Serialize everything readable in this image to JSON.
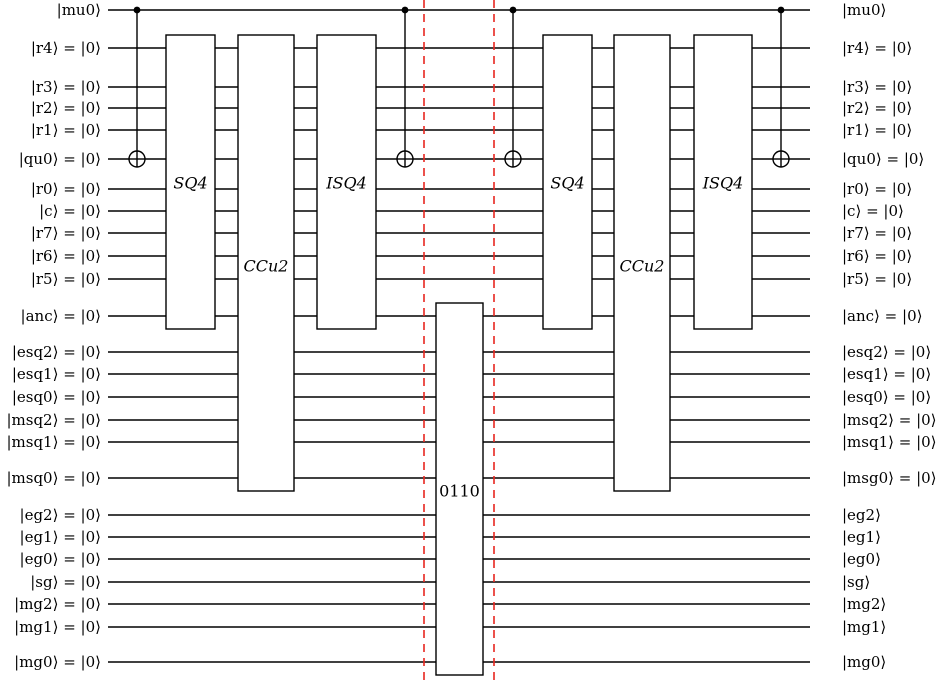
{
  "circuit": {
    "qubits": [
      {
        "left": "|mu0⟩",
        "right": "|mu0⟩"
      },
      {
        "left": "|r4⟩ = |0⟩",
        "right": "|r4⟩ = |0⟩"
      },
      {
        "left": "|r3⟩ = |0⟩",
        "right": "|r3⟩ = |0⟩"
      },
      {
        "left": "|r2⟩ = |0⟩",
        "right": "|r2⟩ = |0⟩"
      },
      {
        "left": "|r1⟩ = |0⟩",
        "right": "|r1⟩ = |0⟩"
      },
      {
        "left": "|qu0⟩ = |0⟩",
        "right": "|qu0⟩ = |0⟩"
      },
      {
        "left": "|r0⟩ = |0⟩",
        "right": "|r0⟩ = |0⟩"
      },
      {
        "left": "|c⟩ = |0⟩",
        "right": "|c⟩ = |0⟩"
      },
      {
        "left": "|r7⟩ = |0⟩",
        "right": "|r7⟩ = |0⟩"
      },
      {
        "left": "|r6⟩ = |0⟩",
        "right": "|r6⟩ = |0⟩"
      },
      {
        "left": "|r5⟩ = |0⟩",
        "right": "|r5⟩ = |0⟩"
      },
      {
        "left": "|anc⟩ = |0⟩",
        "right": "|anc⟩ = |0⟩"
      },
      {
        "left": "|esq2⟩ = |0⟩",
        "right": "|esq2⟩ = |0⟩"
      },
      {
        "left": "|esq1⟩ = |0⟩",
        "right": "|esq1⟩ = |0⟩"
      },
      {
        "left": "|esq0⟩ = |0⟩",
        "right": "|esq0⟩ = |0⟩"
      },
      {
        "left": "|msq2⟩ = |0⟩",
        "right": "|msq2⟩ = |0⟩"
      },
      {
        "left": "|msq1⟩ = |0⟩",
        "right": "|msq1⟩ = |0⟩"
      },
      {
        "left": "|msq0⟩ = |0⟩",
        "right": "|msg0⟩ = |0⟩"
      },
      {
        "left": "|eg2⟩ = |0⟩",
        "right": "|eg2⟩"
      },
      {
        "left": "|eg1⟩ = |0⟩",
        "right": "|eg1⟩"
      },
      {
        "left": "|eg0⟩ = |0⟩",
        "right": "|eg0⟩"
      },
      {
        "left": "|sg⟩ = |0⟩",
        "right": "|sg⟩"
      },
      {
        "left": "|mg2⟩ = |0⟩",
        "right": "|mg2⟩"
      },
      {
        "left": "|mg1⟩ = |0⟩",
        "right": "|mg1⟩"
      },
      {
        "left": "|mg0⟩ = |0⟩",
        "right": "|mg0⟩"
      }
    ],
    "gates": [
      {
        "name": "SQ4",
        "label": "SQ4",
        "from": 1,
        "to": 11,
        "block": 1,
        "slot": "sq"
      },
      {
        "name": "CCu2",
        "label": "CCu2",
        "from": 1,
        "to": 17,
        "block": 1,
        "slot": "cc"
      },
      {
        "name": "ISQ4",
        "label": "ISQ4",
        "from": 1,
        "to": 11,
        "block": 1,
        "slot": "isq"
      },
      {
        "name": "0110",
        "label": "0110",
        "from": 11,
        "to": 24,
        "block": 0,
        "slot": "mid"
      },
      {
        "name": "SQ4",
        "label": "SQ4",
        "from": 1,
        "to": 11,
        "block": 2,
        "slot": "sq"
      },
      {
        "name": "CCu2",
        "label": "CCu2",
        "from": 1,
        "to": 17,
        "block": 2,
        "slot": "cc"
      },
      {
        "name": "ISQ4",
        "label": "ISQ4",
        "from": 1,
        "to": 11,
        "block": 2,
        "slot": "isq"
      }
    ],
    "cnots": [
      {
        "control": 0,
        "target": 5,
        "block": 1,
        "slot": "pre"
      },
      {
        "control": 0,
        "target": 5,
        "block": 1,
        "slot": "post"
      },
      {
        "control": 0,
        "target": 5,
        "block": 2,
        "slot": "pre"
      },
      {
        "control": 0,
        "target": 5,
        "block": 2,
        "slot": "post"
      }
    ],
    "barrier_color": "#e8261f"
  }
}
